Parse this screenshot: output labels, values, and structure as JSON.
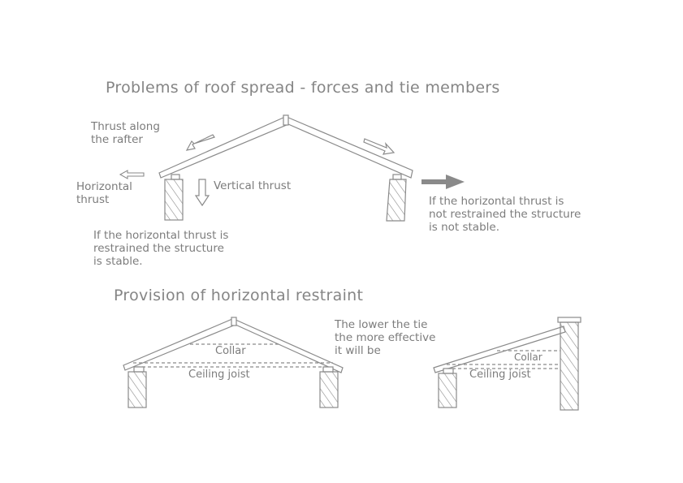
{
  "section1": {
    "title": "Problems of roof spread - forces and tie members",
    "thrust_rafter": "Thrust along\nthe rafter",
    "horizontal_thrust": "Horizontal\nthrust",
    "vertical_thrust": "Vertical thrust",
    "stable_note": "If the horizontal thrust is\nrestrained the structure\nis stable.",
    "unstable_note": "If the horizontal thrust is\nnot restrained the structure\nis not stable."
  },
  "section2": {
    "title": "Provision of horizontal restraint",
    "tie_note": "The lower the tie\nthe more effective\nit will be",
    "collar_left": "Collar",
    "ceiling_joist_left": "Ceiling joist",
    "collar_right": "Collar",
    "ceiling_joist_right": "Ceiling joist"
  }
}
